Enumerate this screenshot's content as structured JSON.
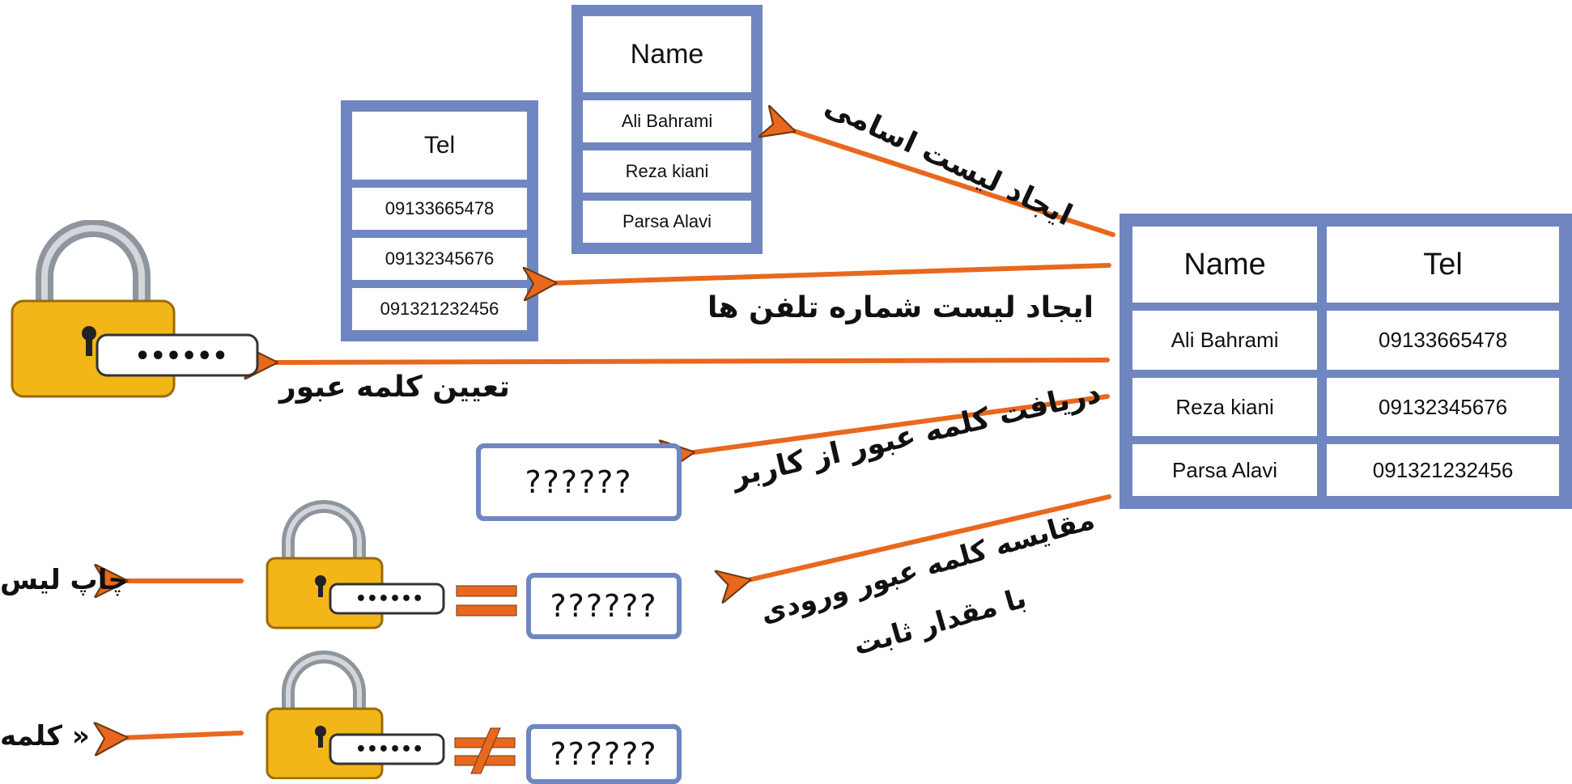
{
  "name_table": {
    "header": "Name",
    "rows": [
      "Ali Bahrami",
      "Reza kiani",
      "Parsa Alavi"
    ]
  },
  "tel_table": {
    "header": "Tel",
    "rows": [
      "09133665478",
      "09132345676",
      "091321232456"
    ]
  },
  "main_table": {
    "headers": [
      "Name",
      "Tel"
    ],
    "rows": [
      [
        "Ali Bahrami",
        "09133665478"
      ],
      [
        "Reza kiani",
        "09132345676"
      ],
      [
        "Parsa Alavi",
        "091321232456"
      ]
    ]
  },
  "labels": {
    "create_name_list": "ایجاد لیست اسامی",
    "create_phone_list": "ایجاد لیست شماره تلفن ها",
    "set_password": "تعیین کلمه عبور",
    "get_password": "دریافت کلمه عبور از کاربر",
    "compare_line1": "مقایسه کلمه عبور ورودی",
    "compare_line2": "با مقدار ثابت",
    "print_list": "چاپ لیس",
    "wrong_password": "« کلمه"
  },
  "password_mask": "••••••",
  "small_password_mask": "••••••",
  "unknown_input": "??????",
  "colors": {
    "table_border": "#6f86c0",
    "arrow": "#e8681e",
    "lock_body": "#f2b619",
    "lock_shackle": "#9aa0a6"
  },
  "icons": {
    "lock": "padlock-icon",
    "equals": "equals-icon",
    "not_equal": "not-equal-icon"
  }
}
